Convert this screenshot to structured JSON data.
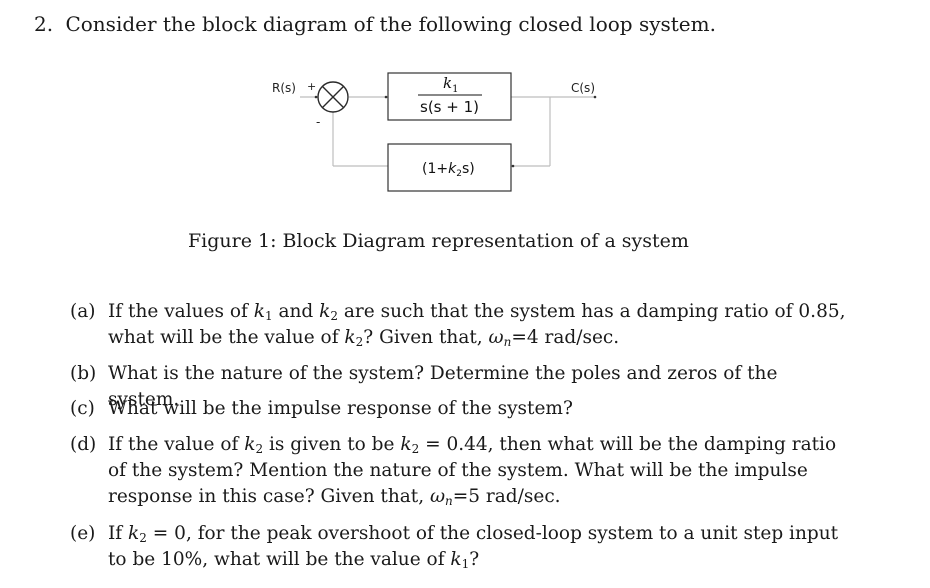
{
  "question": {
    "number": "2.",
    "text": "Consider the block diagram of the following closed loop system."
  },
  "diagram": {
    "input_label": "R(s)",
    "output_label": "C(s)",
    "plus_sign": "+",
    "minus_sign": "-",
    "forward_block": {
      "numerator": "k",
      "numerator_sub": "1",
      "denominator": "s(s + 1)"
    },
    "feedback_block": {
      "prefix": "(1+",
      "var": "k",
      "sub": "2",
      "suffix": "s)"
    }
  },
  "figure_caption": "Figure 1: Block Diagram representation of a system",
  "parts": [
    {
      "label": "(a)",
      "html": "If the values of <i>k</i><sub>1</sub> and <i>k</i><sub>2</sub> are such that the system has a damping ratio of 0.85, what will be the value of <i>k</i><sub>2</sub>? Given that, <i>ω</i><sub><i>n</i></sub>=4 rad/sec."
    },
    {
      "label": "(b)",
      "html": "What is the nature of the system? Determine the poles and zeros of the system."
    },
    {
      "label": "(c)",
      "html": "What will be the impulse response of the system?"
    },
    {
      "label": "(d)",
      "html": "If the value of <i>k</i><sub>2</sub> is given to be <i>k</i><sub>2</sub> = 0.44, then what will be the damping ratio of the system? Mention the nature of the system. What will be the impulse response in this case? Given that, <i>ω</i><sub><i>n</i></sub>=5 rad/sec."
    },
    {
      "label": "(e)",
      "html": "If <i>k</i><sub>2</sub> = 0, for the peak overshoot of the closed-loop system to a unit step input to be 10%, what will be the value of <i>k</i><sub>1</sub>?"
    }
  ]
}
